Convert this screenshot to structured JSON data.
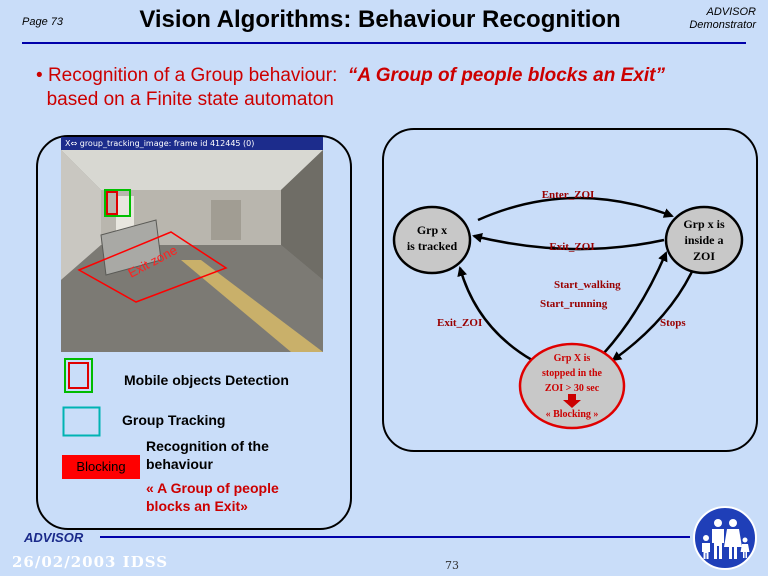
{
  "header": {
    "page_label": "Page 73",
    "title": "Vision Algorithms: Behaviour Recognition",
    "corner_line1": "ADVISOR",
    "corner_line2": "Demonstrator"
  },
  "bullet": {
    "marker": "•",
    "lead": "Recognition of a Group behaviour:",
    "quote": "“A Group of people blocks an Exit”",
    "line2": "based on a Finite state automaton"
  },
  "camera": {
    "window_title": "group_tracking_image: frame id 412445 (0)",
    "zone_label": "Exit zone"
  },
  "legend": {
    "mobile": "Mobile objects Detection",
    "group": "Group Tracking",
    "recog_line1": "Recognition of the",
    "recog_line2": "behaviour",
    "quote_line1": "« A Group of people",
    "quote_line2": "blocks an Exit»",
    "blocking": "Blocking"
  },
  "fsm": {
    "state_tracked_line1": "Grp x",
    "state_tracked_line2": "is tracked",
    "state_inside_line1": "Grp x is",
    "state_inside_line2": "inside a",
    "state_inside_line3": "ZOI",
    "state_stopped_line1": "Grp X is",
    "state_stopped_line2": "stopped in the",
    "state_stopped_line3": "ZOI > 30 sec",
    "state_stopped_line4": "« Blocking »",
    "edge_enter": "Enter_ZOI",
    "edge_exit_top": "Exit_ZOI",
    "edge_start_walking": "Start_walking",
    "edge_start_running": "Start_running",
    "edge_stops": "Stops",
    "edge_exit_left": "Exit_ZOI"
  },
  "footer": {
    "brand": "ADVISOR",
    "date": "26/02/2003 IDSS",
    "page_number": "73"
  },
  "colors": {
    "background": "#c9ddf9",
    "accent_red": "#cc0000",
    "rule_blue": "#0000aa"
  }
}
